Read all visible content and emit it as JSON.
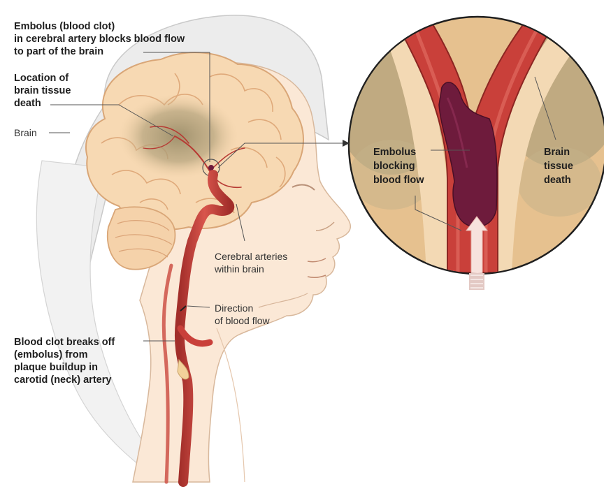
{
  "labels": {
    "embolus_cerebral": [
      "Embolus (blood clot)",
      "in cerebral artery blocks blood flow",
      "to part of the brain"
    ],
    "tissue_death_location": [
      "Location of",
      "brain tissue",
      "death"
    ],
    "brain": "Brain",
    "cerebral_arteries": [
      "Cerebral arteries",
      "within brain"
    ],
    "direction_flow": [
      "Direction",
      "of blood flow"
    ],
    "clot_breaks_off": [
      "Blood clot breaks off",
      "(embolus) from",
      "plaque buildup in",
      "carotid (neck) artery"
    ],
    "embolus_blocking": [
      "Embolus",
      "blocking",
      "blood flow"
    ],
    "brain_tissue_death": [
      "Brain",
      "tissue",
      "death"
    ]
  },
  "colors": {
    "brain_fill": "#f7d9b3",
    "skin": "#fbe8d6",
    "hair": "#eeeeee",
    "artery": "#c9403a",
    "clot": "#6e1b3c",
    "tissue_death": "#a89a78"
  }
}
